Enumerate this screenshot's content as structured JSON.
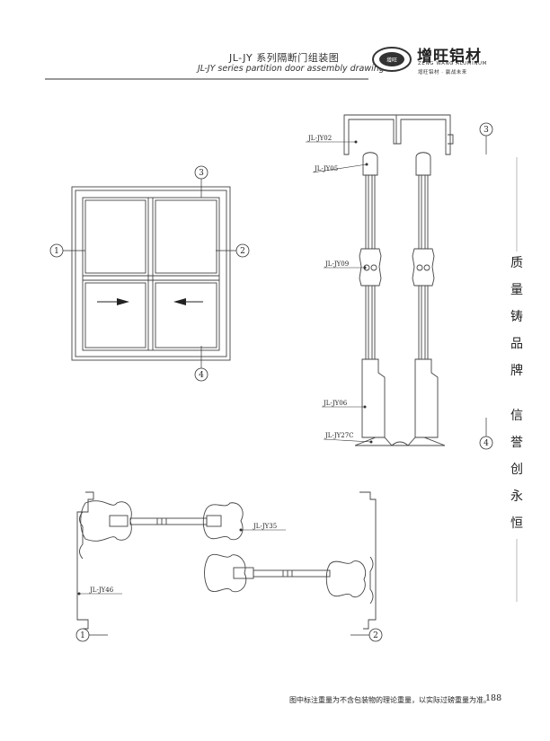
{
  "header": {
    "title_cn": "JL-JY 系列隔断门组装图",
    "title_en": "JL-JY series partition door assembly drawing",
    "brand_name": "增旺铝材",
    "brand_pinyin": "ZENG WANG ALUMINUM",
    "brand_slogan": "增旺铝材 · 赢战未来",
    "logo_text": "增旺"
  },
  "slogan_chars": [
    "质",
    "量",
    "铸",
    "品",
    "牌",
    "信",
    "誉",
    "创",
    "永",
    "恒"
  ],
  "markers": {
    "m1": "1",
    "m2": "2",
    "m3": "3",
    "m4": "4"
  },
  "parts": {
    "p02": "JL-JY02",
    "p05": "JL-JY05",
    "p09": "JL-JY09",
    "p06": "JL-JY06",
    "p27c": "JL-JY27C",
    "p35": "JL-JY35",
    "p46": "JL-JY46"
  },
  "footer": {
    "note": "图中标注重量为不含包装物的理论重量，以实际过磅重量为准。",
    "page_number": "188"
  }
}
